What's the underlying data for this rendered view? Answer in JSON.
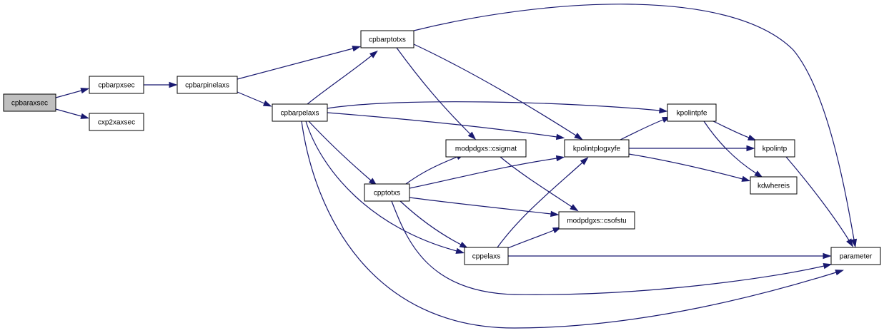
{
  "colors": {
    "edge": "#191970",
    "node_border": "#000000",
    "node_fill": "#ffffff",
    "root_fill": "#bfbfbf"
  },
  "nodes": [
    {
      "id": "cpbaraxsec",
      "label": "cpbaraxsec",
      "root": true
    },
    {
      "id": "cpbarpxsec",
      "label": "cpbarpxsec"
    },
    {
      "id": "cxp2xaxsec",
      "label": "cxp2xaxsec"
    },
    {
      "id": "cpbarpinelaxs",
      "label": "cpbarpinelaxs"
    },
    {
      "id": "cpbarptotxs",
      "label": "cpbarptotxs"
    },
    {
      "id": "cpbarpelaxs",
      "label": "cpbarpelaxs"
    },
    {
      "id": "cpptotxs",
      "label": "cpptotxs"
    },
    {
      "id": "modpdgxs_csigmat",
      "label": "modpdgxs::csigmat"
    },
    {
      "id": "modpdgxs_csofstu",
      "label": "modpdgxs::csofstu"
    },
    {
      "id": "cppelaxs",
      "label": "cppelaxs"
    },
    {
      "id": "kpolintplogxyfe",
      "label": "kpolintplogxyfe"
    },
    {
      "id": "kpolintpfe",
      "label": "kpolintpfe"
    },
    {
      "id": "kpolintp",
      "label": "kpolintp"
    },
    {
      "id": "kdwhereis",
      "label": "kdwhereis"
    },
    {
      "id": "parameter",
      "label": "parameter"
    }
  ],
  "edges": [
    {
      "from": "cpbaraxsec",
      "to": "cpbarpxsec"
    },
    {
      "from": "cpbaraxsec",
      "to": "cxp2xaxsec"
    },
    {
      "from": "cpbarpxsec",
      "to": "cpbarpinelaxs"
    },
    {
      "from": "cpbarpinelaxs",
      "to": "cpbarptotxs"
    },
    {
      "from": "cpbarpinelaxs",
      "to": "cpbarpelaxs"
    },
    {
      "from": "cpbarptotxs",
      "to": "parameter"
    },
    {
      "from": "cpbarptotxs",
      "to": "modpdgxs_csigmat"
    },
    {
      "from": "cpbarptotxs",
      "to": "kpolintplogxyfe"
    },
    {
      "from": "cpbarpelaxs",
      "to": "cpbarptotxs"
    },
    {
      "from": "cpbarpelaxs",
      "to": "kpolintpfe"
    },
    {
      "from": "cpbarpelaxs",
      "to": "kpolintplogxyfe"
    },
    {
      "from": "cpbarpelaxs",
      "to": "cpptotxs"
    },
    {
      "from": "cpbarpelaxs",
      "to": "cppelaxs"
    },
    {
      "from": "cpbarpelaxs",
      "to": "parameter"
    },
    {
      "from": "cpptotxs",
      "to": "modpdgxs_csigmat"
    },
    {
      "from": "cpptotxs",
      "to": "kpolintplogxyfe"
    },
    {
      "from": "cpptotxs",
      "to": "modpdgxs_csofstu"
    },
    {
      "from": "cpptotxs",
      "to": "cppelaxs"
    },
    {
      "from": "cpptotxs",
      "to": "parameter"
    },
    {
      "from": "modpdgxs_csigmat",
      "to": "modpdgxs_csofstu"
    },
    {
      "from": "cppelaxs",
      "to": "kpolintplogxyfe"
    },
    {
      "from": "cppelaxs",
      "to": "modpdgxs_csofstu"
    },
    {
      "from": "cppelaxs",
      "to": "parameter"
    },
    {
      "from": "kpolintplogxyfe",
      "to": "kpolintpfe"
    },
    {
      "from": "kpolintplogxyfe",
      "to": "kpolintp"
    },
    {
      "from": "kpolintplogxyfe",
      "to": "kdwhereis"
    },
    {
      "from": "kpolintpfe",
      "to": "kpolintp"
    },
    {
      "from": "kpolintpfe",
      "to": "kdwhereis"
    },
    {
      "from": "kpolintp",
      "to": "parameter"
    }
  ]
}
